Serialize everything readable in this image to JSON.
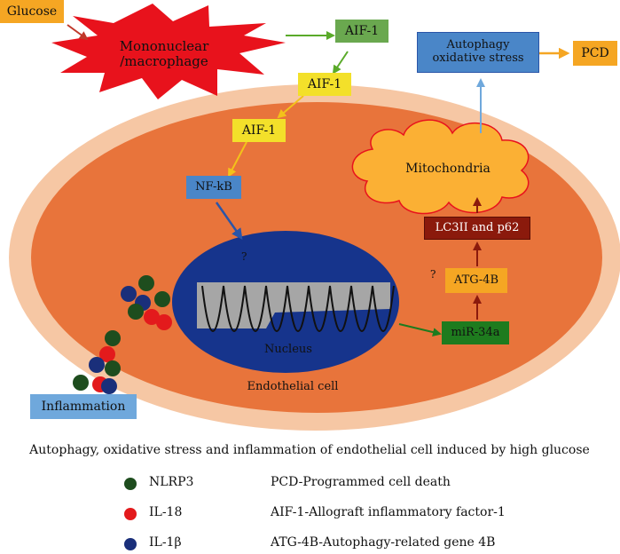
{
  "nodes": {
    "glucose": "Glucose",
    "mononuclear": "Mononuclear\n/macrophage",
    "aif1_top": "AIF-1",
    "aif1_mid": "AIF-1",
    "aif1_low": "AIF-1",
    "nfkb": "NF-kB",
    "autophagy": "Autophagy\noxidative stress",
    "pcd": "PCD",
    "mitochondria": "Mitochondria",
    "lc3": "LC3II and p62",
    "atg4b": "ATG-4B",
    "mir34a": "miR-34a",
    "nucleus": "Nucleus",
    "endothelial": "Endothelial cell",
    "inflammation": "Inflammation",
    "q1": "?",
    "q2": "?"
  },
  "caption": "Autophagy, oxidative stress and inflammation of endothelial cell induced by high glucose",
  "legend": [
    {
      "name": "NLRP3",
      "color": "#1e4d1e",
      "definition": "PCD-Programmed cell death"
    },
    {
      "name": "IL-18",
      "color": "#e31a1c",
      "definition": "AIF-1-Allograft inflammatory factor-1"
    },
    {
      "name": "IL-1β",
      "color": "#1a2f7a",
      "definition": "ATG-4B-Autophagy-related gene 4B"
    }
  ],
  "colors": {
    "cell_outer": "#f6c7a4",
    "cell_inner": "#e8743b",
    "nucleus": "#16348c",
    "chromatin_band": "#a6a6a6",
    "orange_box": "#f5a623",
    "yellow_box": "#f3e02a",
    "green_box": "#6aa84f",
    "blue_box": "#4a86c8",
    "dark_red_box": "#8b1a0c",
    "dark_green_box": "#1e7b1e",
    "starburst": "#e8121c",
    "arrow_green": "#5aaa2a",
    "arrow_yellow": "#f3c21a",
    "arrow_blue": "#2a55a8",
    "arrow_dark_red": "#8b1a0c",
    "arrow_light_blue": "#6fa8dc",
    "arrow_orange": "#f5a623"
  }
}
